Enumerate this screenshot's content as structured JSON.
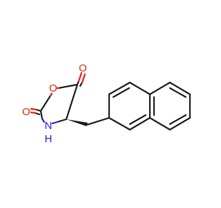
{
  "molecule": {
    "atoms": {
      "o_carbonyl_top": "O",
      "o_ring": "O",
      "o_carbonyl_left": "O",
      "n_ring": "N",
      "n_hydrogen": "H"
    },
    "colors": {
      "carbon_bond": "#1a1a1a",
      "oxygen": "#e8200f",
      "nitrogen": "#1c1cd9"
    }
  }
}
